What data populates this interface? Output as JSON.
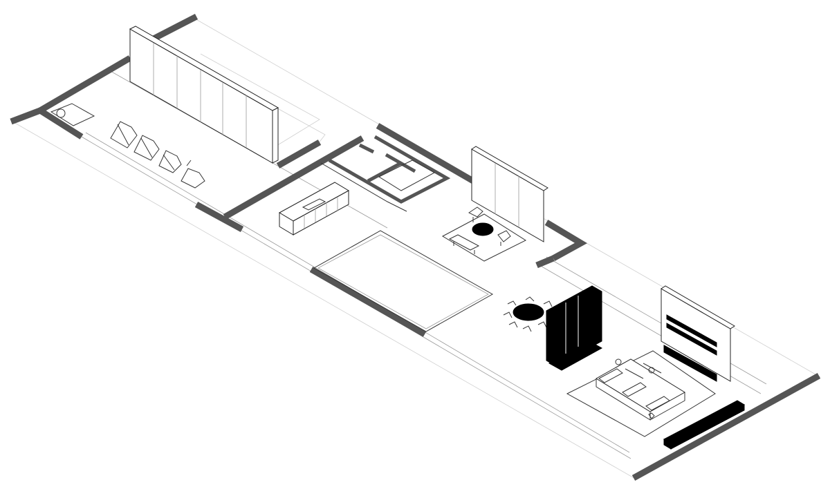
{
  "drawing": {
    "kind": "isometric floor plan",
    "background_color": "#ffffff",
    "wall_color": "#555555",
    "line_color": "#222222",
    "accent_fill": "#000000"
  },
  "zones": [
    {
      "name": "gym",
      "items": [
        "sliding-partition",
        "exercise-machines",
        "yoga-mat"
      ]
    },
    {
      "name": "kitchen",
      "items": [
        "kitchen-island",
        "utility-room"
      ]
    },
    {
      "name": "lounge",
      "items": [
        "partition",
        "round-table",
        "armchairs",
        "bench",
        "rug"
      ]
    },
    {
      "name": "courtyard",
      "items": [
        "open-court"
      ]
    },
    {
      "name": "dining",
      "items": [
        "round-dining-table",
        "chairs",
        "black-cabinet"
      ]
    },
    {
      "name": "living",
      "items": [
        "media-wall",
        "sectional-sofa",
        "rug",
        "low-bench"
      ]
    }
  ]
}
